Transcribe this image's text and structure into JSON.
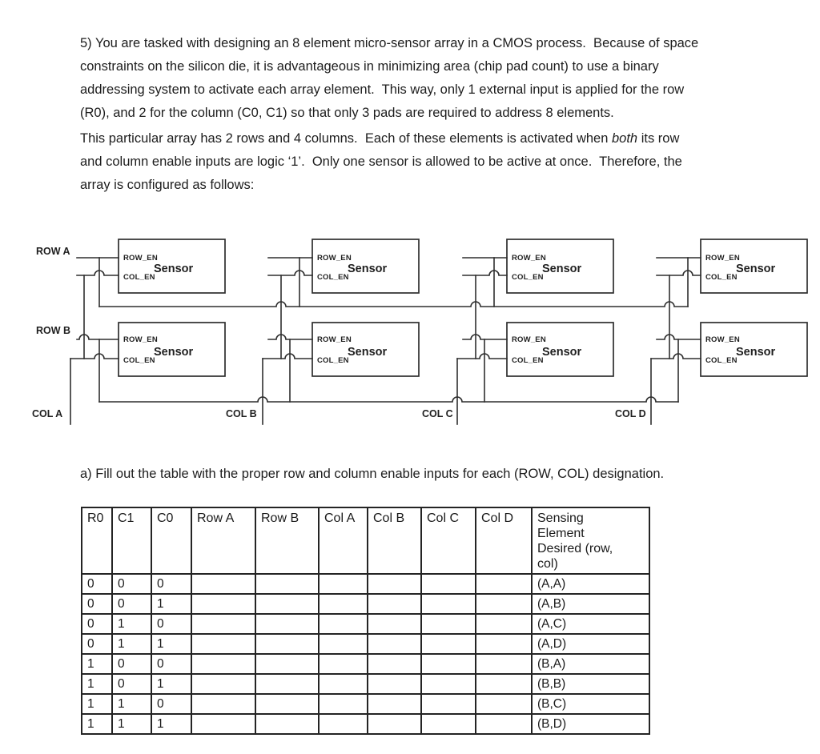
{
  "problem": {
    "p1_lines": [
      "5) You are tasked with designing an 8 element micro-sensor array in a CMOS process.  Because of space",
      "constraints on the silicon die, it is advantageous in minimizing area (chip pad count) to use a binary",
      "addressing system to activate each array element.  This way, only 1 external input is applied for the row",
      "(R0), and 2 for the column (C0, C1) so that only 3 pads are required to address 8 elements."
    ],
    "p2_line1_pre": "This particular array has 2 rows and 4 columns.  Each of these elements is activated when ",
    "p2_line1_em": "both",
    "p2_line1_post": " its row",
    "p2_lines_rest": [
      "and column enable inputs are logic ‘1’.  Only one sensor is allowed to be active at once.  Therefore, the",
      "array is configured as follows:"
    ],
    "part_a_caption": "a) Fill out the table with the proper row and column enable inputs for each (ROW, COL) designation."
  },
  "diagram": {
    "row_labels": [
      "ROW A",
      "ROW B"
    ],
    "col_labels": [
      "COL A",
      "COL B",
      "COL C",
      "COL D"
    ],
    "box": {
      "row_en": "ROW_EN",
      "col_en": "COL_EN",
      "title": "Sensor"
    }
  },
  "table": {
    "headers": [
      "R0",
      "C1",
      "C0",
      "Row A",
      "Row B",
      "Col A",
      "Col B",
      "Col C",
      "Col D"
    ],
    "sensing_header_lines": [
      "Sensing",
      "Element",
      "Desired (row,",
      "col)"
    ],
    "empty_input_columns": 6,
    "rows": [
      [
        "0",
        "0",
        "0",
        "(A,A)"
      ],
      [
        "0",
        "0",
        "1",
        "(A,B)"
      ],
      [
        "0",
        "1",
        "0",
        "(A,C)"
      ],
      [
        "0",
        "1",
        "1",
        "(A,D)"
      ],
      [
        "1",
        "0",
        "0",
        "(B,A)"
      ],
      [
        "1",
        "0",
        "1",
        "(B,B)"
      ],
      [
        "1",
        "1",
        "0",
        "(B,C)"
      ],
      [
        "1",
        "1",
        "1",
        "(B,D)"
      ]
    ]
  }
}
